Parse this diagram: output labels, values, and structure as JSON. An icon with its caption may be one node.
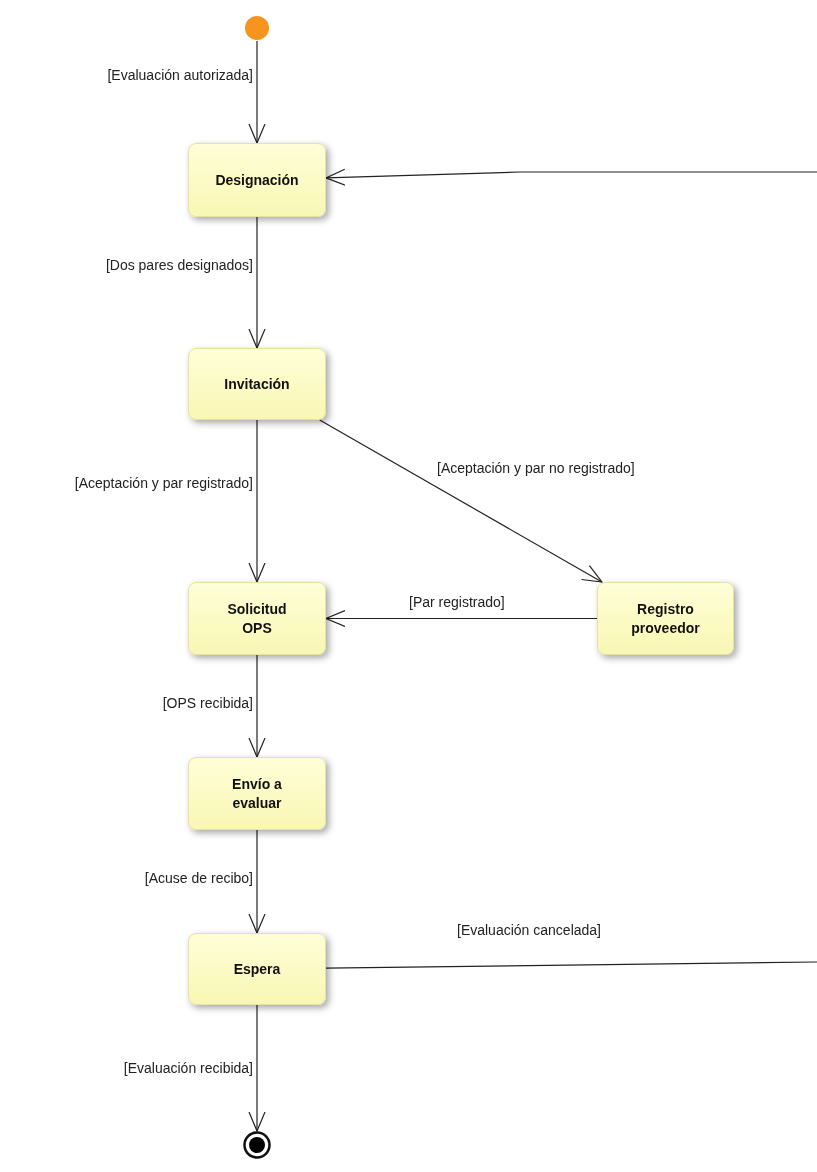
{
  "diagram": {
    "nodes": [
      {
        "text": [],
        "shape": "circle"
      },
      {
        "text": [
          "Designación"
        ]
      },
      {
        "text": [
          "Invitación"
        ]
      },
      {
        "text": [
          "Solicitud OPS"
        ]
      },
      {
        "text": [
          "Registro proveedor"
        ]
      },
      {
        "text": [
          "Envío a evaluar"
        ]
      },
      {
        "text": [
          "Espera"
        ]
      },
      {
        "text": [],
        "shape": "circle"
      }
    ],
    "edges": [
      {
        "from": 0,
        "to": 1,
        "arrow": "to",
        "label": "[Evaluación autorizada]"
      },
      {
        "from": 1,
        "to": 2,
        "arrow": "to",
        "label": "[Dos pares designados]"
      },
      {
        "from": 2,
        "to": 3,
        "arrow": "to",
        "label": "[Aceptación y par registrado]"
      },
      {
        "from": 2,
        "to": 4,
        "arrow": "to",
        "label": "[Aceptación y par no registrado]"
      },
      {
        "from": 4,
        "to": 3,
        "arrow": "to",
        "label": "[Par registrado]"
      },
      {
        "from": 3,
        "to": 5,
        "arrow": "to",
        "label": "[OPS recibida]"
      },
      {
        "from": 5,
        "to": 6,
        "arrow": "to",
        "label": "[Acuse de recibo]"
      },
      {
        "from": 6,
        "to": 7,
        "arrow": "to",
        "label": "[Evaluación recibida]"
      },
      {
        "from": 6,
        "to": null,
        "arrow": "none",
        "label": "[Evaluación cancelada]"
      },
      {
        "from": null,
        "to": 1,
        "arrow": "to"
      }
    ]
  }
}
